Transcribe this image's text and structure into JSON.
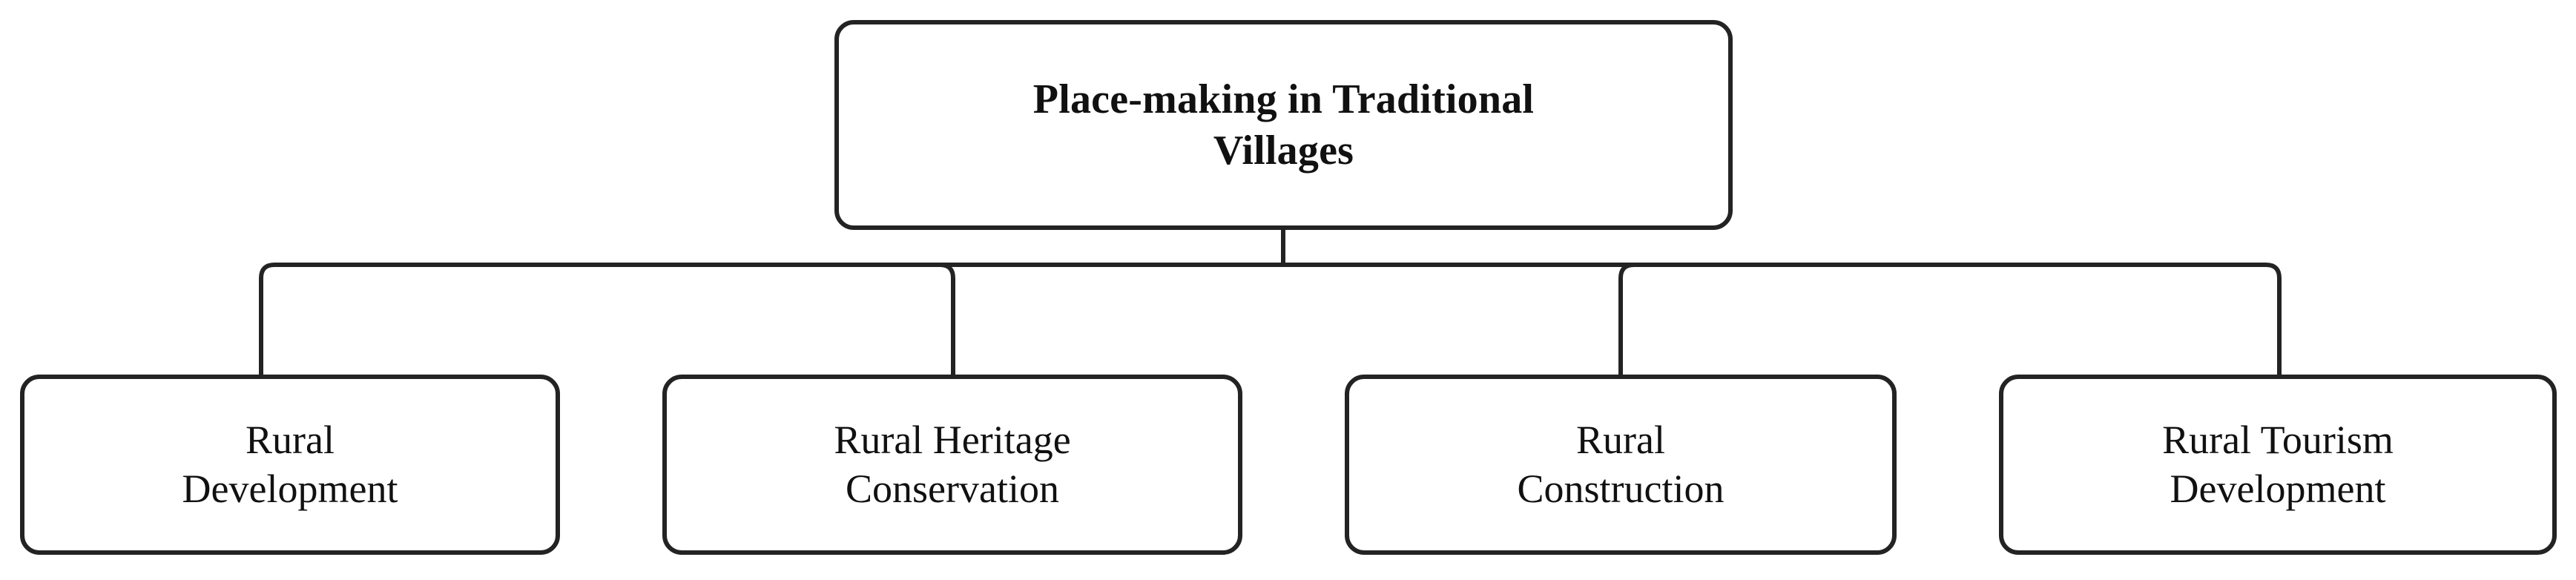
{
  "diagram": {
    "type": "tree",
    "orientation": "top-down",
    "background_color": "#ffffff",
    "stroke_color": "#232323",
    "text_color": "#111111",
    "root": {
      "id": "root",
      "label": "Place-making in Traditional\nVillages",
      "label_line_1": "Place-making in Traditional",
      "label_line_2": "Villages",
      "font_weight": "bold"
    },
    "children": [
      {
        "id": "child-0",
        "label": "Rural\nDevelopment",
        "label_line_1": "Rural",
        "label_line_2": "Development",
        "font_weight": "normal"
      },
      {
        "id": "child-1",
        "label": "Rural Heritage\nConservation",
        "label_line_1": "Rural Heritage",
        "label_line_2": "Conservation",
        "font_weight": "normal"
      },
      {
        "id": "child-2",
        "label": "Rural\nConstruction",
        "label_line_1": "Rural",
        "label_line_2": "Construction",
        "font_weight": "normal"
      },
      {
        "id": "child-3",
        "label": "Rural Tourism\nDevelopment",
        "label_line_1": "Rural Tourism",
        "label_line_2": "Development",
        "font_weight": "normal"
      }
    ],
    "edges": [
      {
        "from": "root",
        "to": "child-0"
      },
      {
        "from": "root",
        "to": "child-1"
      },
      {
        "from": "root",
        "to": "child-2"
      },
      {
        "from": "root",
        "to": "child-3"
      }
    ]
  }
}
